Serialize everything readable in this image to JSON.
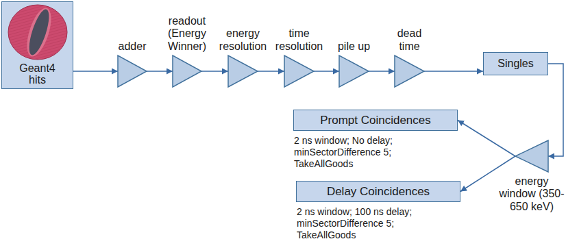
{
  "diagram": {
    "nodes": [
      {
        "text": [
          "Geant4 hits"
        ]
      },
      {
        "text": [
          "adder"
        ]
      },
      {
        "text": [
          "readout (Energy Winner)"
        ]
      },
      {
        "text": [
          "energy resolution"
        ]
      },
      {
        "text": [
          "time resolution"
        ]
      },
      {
        "text": [
          "pile up"
        ]
      },
      {
        "text": [
          "dead time"
        ]
      },
      {
        "text": [
          "Singles"
        ]
      },
      {
        "text": [
          "energy window (350-650 keV)"
        ]
      },
      {
        "text": [
          "Prompt Coincidences",
          "2 ns window; No delay; minSectorDifference 5; TakeAllGoods"
        ]
      },
      {
        "text": [
          "Delay Coincidences",
          "2 ns window; 100 ns delay; minSectorDifference 5; TakeAllGoods"
        ]
      }
    ],
    "edges": [
      {
        "from": 0,
        "to": 1,
        "arrow": "to"
      },
      {
        "from": 1,
        "to": 2,
        "arrow": "to"
      },
      {
        "from": 2,
        "to": 3,
        "arrow": "to"
      },
      {
        "from": 3,
        "to": 4,
        "arrow": "to"
      },
      {
        "from": 4,
        "to": 5,
        "arrow": "to"
      },
      {
        "from": 5,
        "to": 6,
        "arrow": "to"
      },
      {
        "from": 6,
        "to": 7,
        "arrow": "to"
      },
      {
        "from": 7,
        "to": 8,
        "arrow": "to"
      },
      {
        "from": 8,
        "to": 9,
        "arrow": "to"
      },
      {
        "from": 8,
        "to": 10,
        "arrow": "to"
      }
    ]
  }
}
